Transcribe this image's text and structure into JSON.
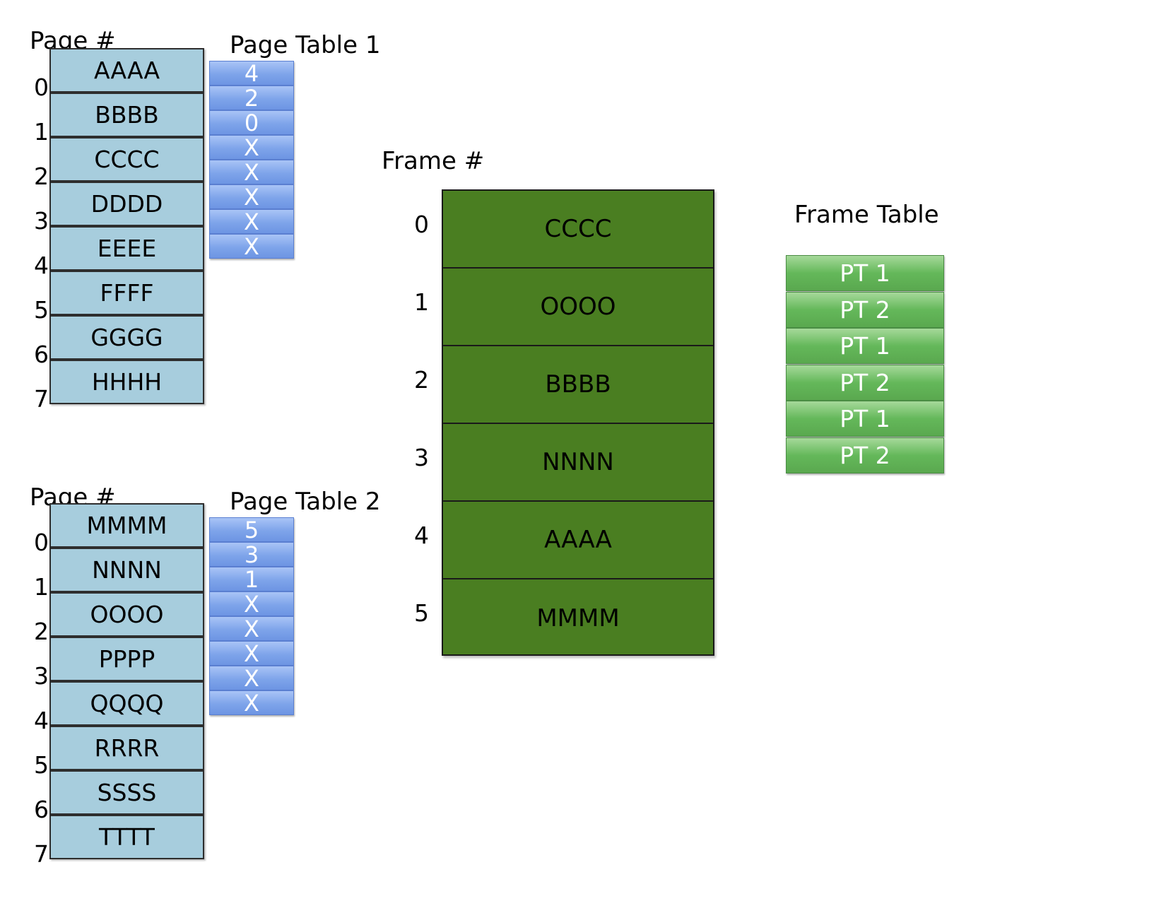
{
  "process1": {
    "page_label": "Page #",
    "table_label": "Page Table 1",
    "indices": [
      "0",
      "1",
      "2",
      "3",
      "4",
      "5",
      "6",
      "7"
    ],
    "pages": [
      "AAAA",
      "BBBB",
      "CCCC",
      "DDDD",
      "EEEE",
      "FFFF",
      "GGGG",
      "HHHH"
    ],
    "page_table": [
      "4",
      "2",
      "0",
      "X",
      "X",
      "X",
      "X",
      "X"
    ]
  },
  "process2": {
    "page_label": "Page #",
    "table_label": "Page Table 2",
    "indices": [
      "0",
      "1",
      "2",
      "3",
      "4",
      "5",
      "6",
      "7"
    ],
    "pages": [
      "MMMM",
      "NNNN",
      "OOOO",
      "PPPP",
      "QQQQ",
      "RRRR",
      "SSSS",
      "TTTT"
    ],
    "page_table": [
      "5",
      "3",
      "1",
      "X",
      "X",
      "X",
      "X",
      "X"
    ]
  },
  "frames": {
    "label": "Frame #",
    "indices": [
      "0",
      "1",
      "2",
      "3",
      "4",
      "5"
    ],
    "contents": [
      "CCCC",
      "OOOO",
      "BBBB",
      "NNNN",
      "AAAA",
      "MMMM"
    ]
  },
  "frame_table": {
    "label": "Frame Table",
    "entries": [
      "PT 1",
      "PT 2",
      "PT 1",
      "PT 2",
      "PT 1",
      "PT 2"
    ]
  },
  "colors": {
    "page_cell": "#a7cddd",
    "page_table_cell": "#7ea4ea",
    "frame_fill": "#4a7e21",
    "frame_table_cell": "#64b85a"
  }
}
